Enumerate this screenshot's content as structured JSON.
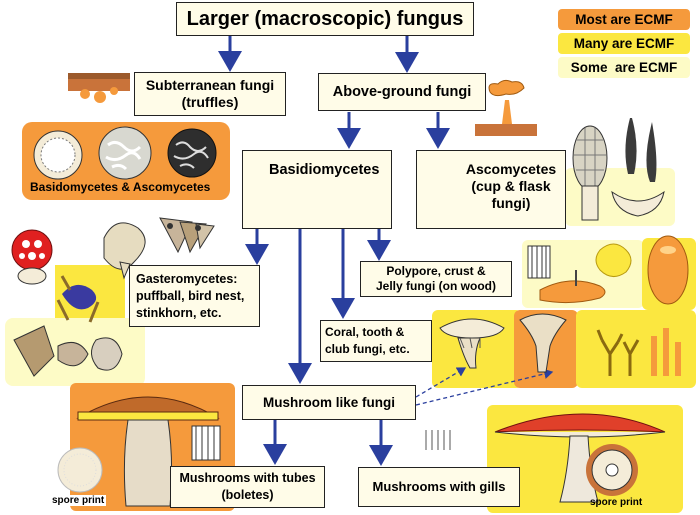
{
  "title": "Larger (macroscopic) fungus",
  "legend": [
    {
      "label": "Most are ECMF",
      "color": "#f59a3c"
    },
    {
      "label": "Many are ECMF",
      "color": "#fbe740"
    },
    {
      "label": "Some  are ECMF",
      "color": "#fdfbc6"
    }
  ],
  "nodes": {
    "subterranean": "Subterranean fungi\n(truffles)",
    "above_ground": "Above-ground fungi",
    "basidiomycetes": "Basidiomycetes",
    "ascomycetes": "Ascomycetes\n(cup & flask\nfungi)",
    "gasteromycetes": "Gasteromycetes:\npuffball, bird nest,\nstinkhorn, etc.",
    "polypore": "Polypore, crust &\nJelly fungi (on wood)",
    "coral": "Coral, tooth &\nclub fungi, etc.",
    "mushroom_like": "Mushroom like fungi",
    "tubes": "Mushrooms with tubes\n(boletes)",
    "gills": "Mushrooms with gills"
  },
  "captions": {
    "truffle_types": "Basidomycetes & Ascomycetes",
    "spore_print_left": "spore print",
    "spore_print_right": "spore print"
  },
  "colors": {
    "arrow": "#2a3f9e",
    "box_fill": "#fffce8",
    "orange": "#f59a3c",
    "yellow": "#fbe740",
    "pale": "#fdfbc6"
  }
}
